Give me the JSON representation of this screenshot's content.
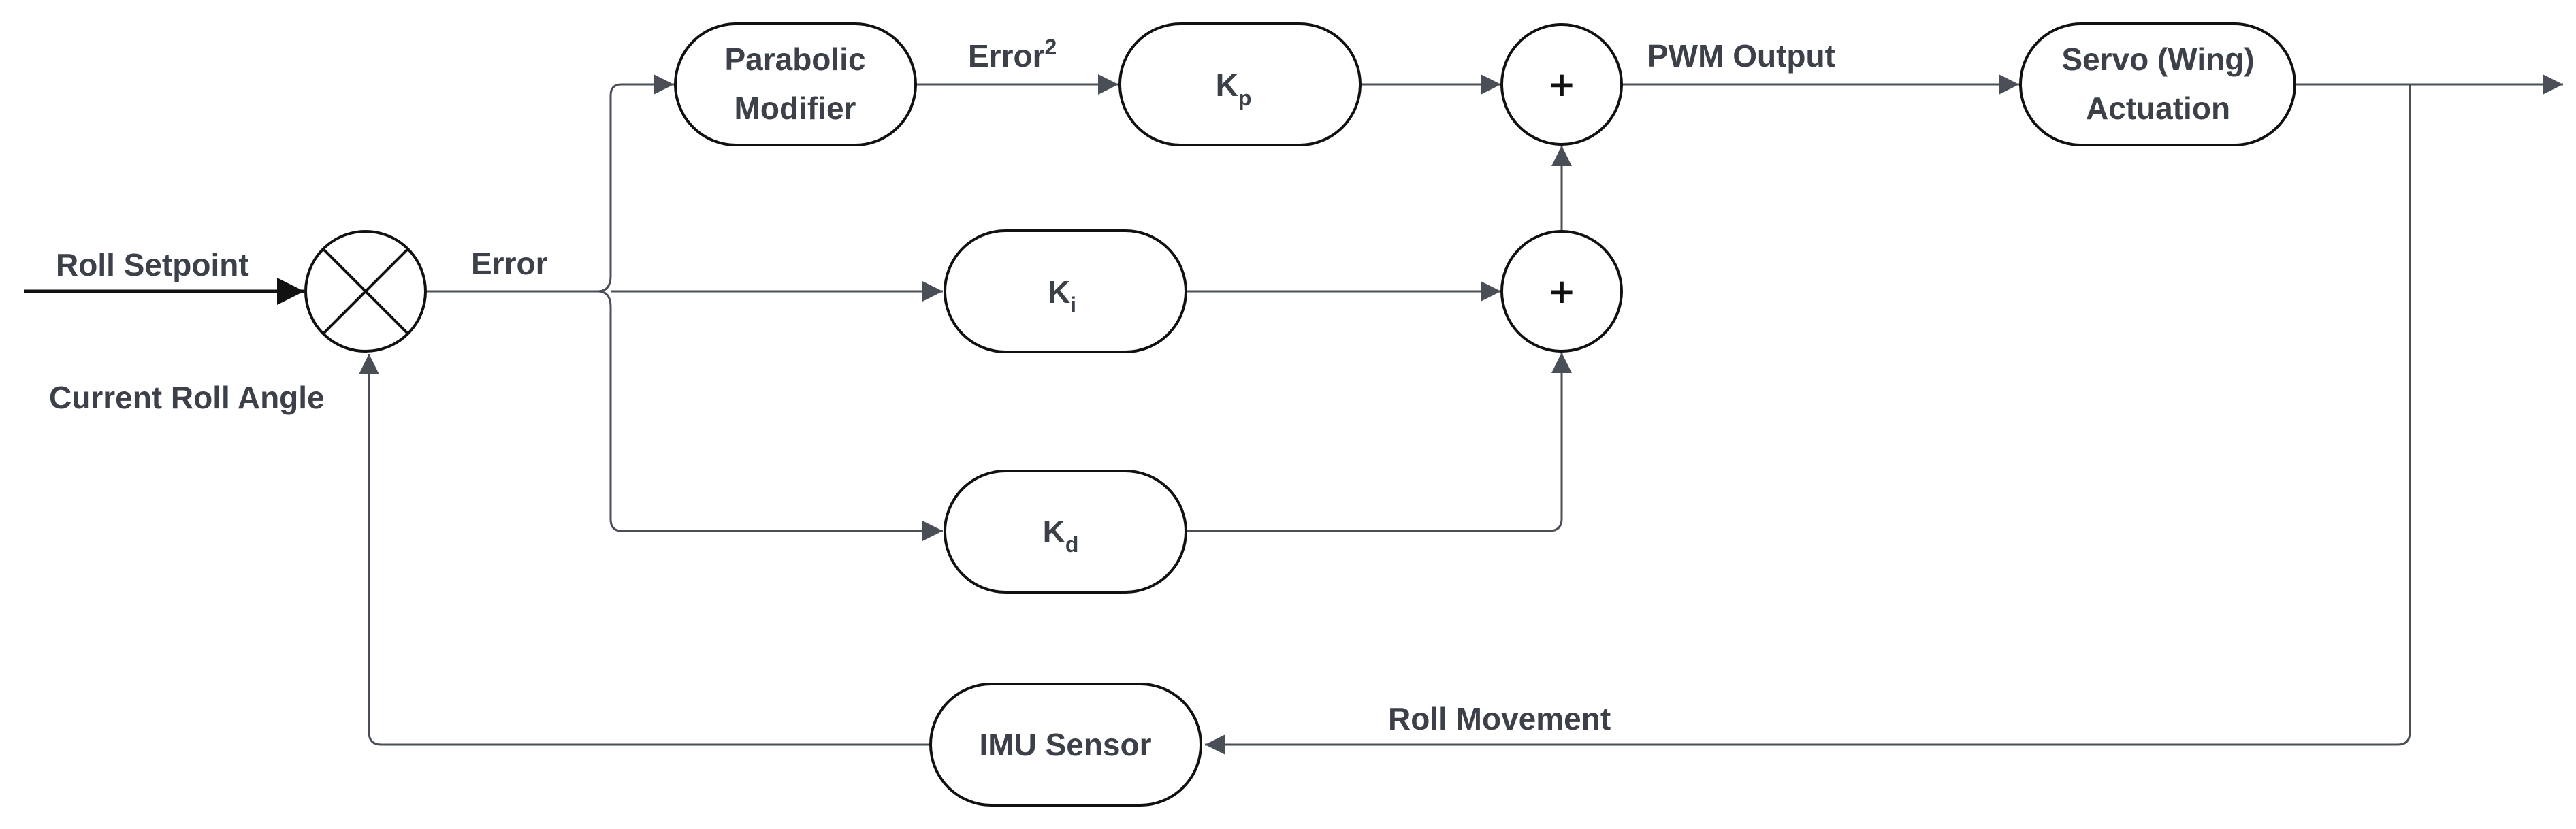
{
  "input": {
    "label": "Roll Setpoint"
  },
  "feedback_label": "Current Roll Angle",
  "error_label": "Error",
  "blocks": {
    "parabolic": {
      "line1": "Parabolic",
      "line2": "Modifier"
    },
    "kp": {
      "base": "K",
      "sub": "p"
    },
    "ki": {
      "base": "K",
      "sub": "i"
    },
    "kd": {
      "base": "K",
      "sub": "d"
    },
    "servo": {
      "line1": "Servo (Wing)",
      "line2": "Actuation"
    },
    "imu": {
      "label": "IMU Sensor"
    }
  },
  "error_squared": {
    "base": "Error",
    "sup": "2"
  },
  "sum_symbol": "+",
  "pwm_label": "PWM Output",
  "roll_movement_label": "Roll Movement"
}
